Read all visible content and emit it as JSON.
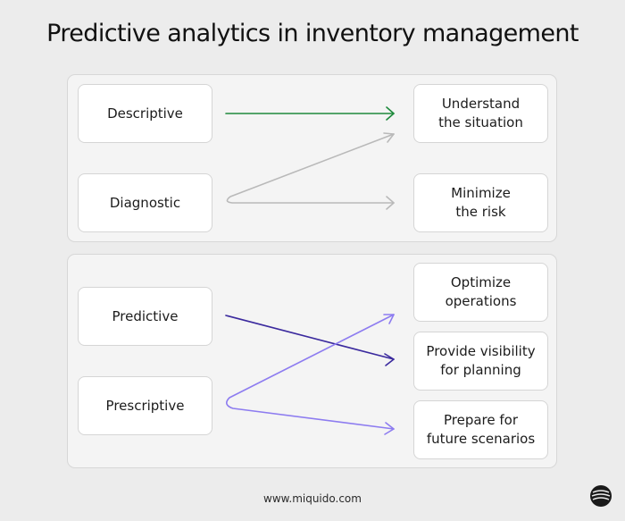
{
  "title": "Predictive analytics in inventory management",
  "groups": [
    {
      "sources": [
        "Descriptive",
        "Diagnostic"
      ],
      "targets": [
        "Understand\nthe situation",
        "Minimize\nthe risk"
      ]
    },
    {
      "sources": [
        "Predictive",
        "Prescriptive"
      ],
      "targets": [
        "Optimize\noperations",
        "Provide visibility\nfor planning",
        "Prepare for\nfuture scenarios"
      ]
    }
  ],
  "connections": [
    {
      "from": "Descriptive",
      "to": [
        "Understand the situation"
      ],
      "color": "#1e8a3c"
    },
    {
      "from": "Diagnostic",
      "to": [
        "Understand the situation",
        "Minimize the risk"
      ],
      "color": "#b9b9b9"
    },
    {
      "from": "Predictive",
      "to": [
        "Provide visibility for planning"
      ],
      "color": "#3b2a9e"
    },
    {
      "from": "Prescriptive",
      "to": [
        "Optimize operations",
        "Prepare for future scenarios"
      ],
      "color": "#8d7cf0"
    }
  ],
  "footer": "www.miquido.com",
  "logo_icon": "miquido-logo-icon"
}
